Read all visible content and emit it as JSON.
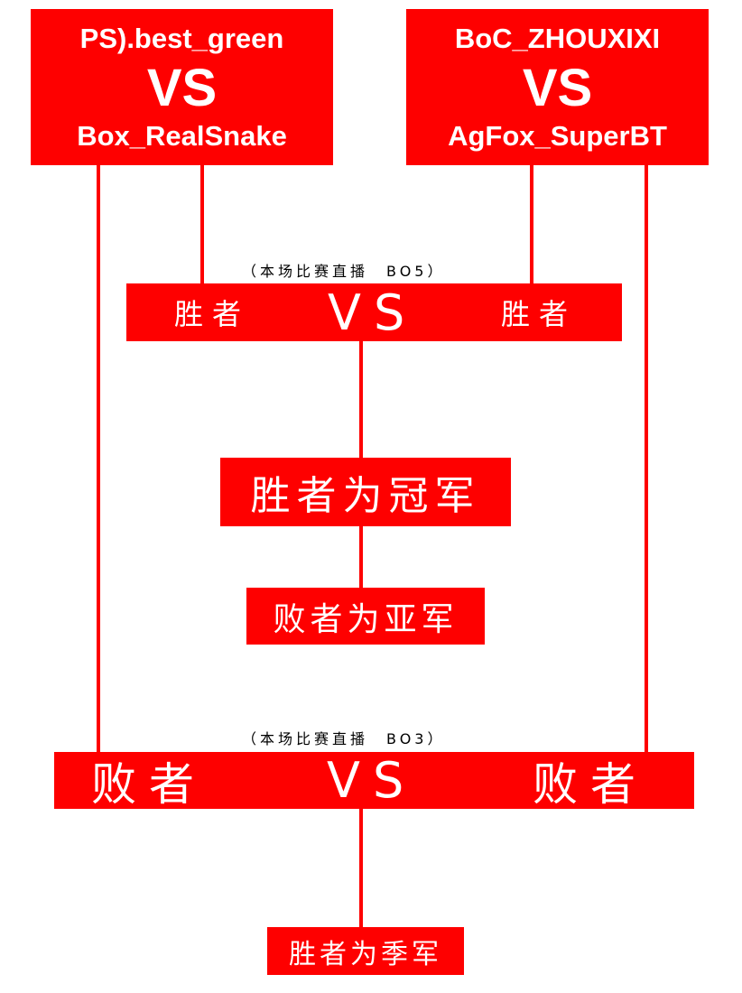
{
  "match1": {
    "team_a": "PS).best_green",
    "vs": "VS",
    "team_b": "Box_RealSnake"
  },
  "match2": {
    "team_a": "BoC_ZHOUXIXI",
    "vs": "VS",
    "team_b": "AgFox_SuperBT"
  },
  "final": {
    "note": "（本场比赛直播　BO5）",
    "left": "胜者",
    "vs": "VS",
    "right": "胜者",
    "winner_label": "胜者为冠军",
    "loser_label": "败者为亚军"
  },
  "third_place": {
    "note": "（本场比赛直播　BO3）",
    "left": "败者",
    "vs": "VS",
    "right": "败者",
    "winner_label": "胜者为季军"
  },
  "colors": {
    "accent": "#fe0000",
    "text_on_accent": "#ffffff"
  }
}
